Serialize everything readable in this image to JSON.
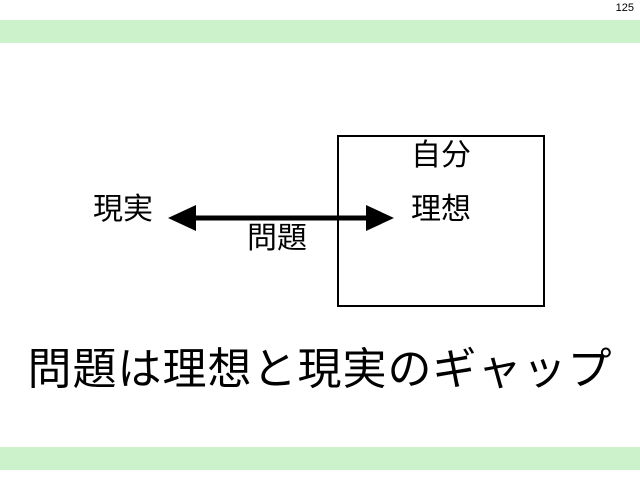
{
  "page": {
    "number": "125"
  },
  "theme": {
    "band_color": "#ccf2cc",
    "border_color": "#000000",
    "ink_color": "#000000"
  },
  "diagram": {
    "box": {
      "line1": "自分",
      "line2": "理想"
    },
    "left_label": "現実",
    "arrow_label": "問題",
    "arrow_icon": "double-headed-horizontal-arrow"
  },
  "caption": {
    "text": "問題は理想と現実のギャップ"
  }
}
